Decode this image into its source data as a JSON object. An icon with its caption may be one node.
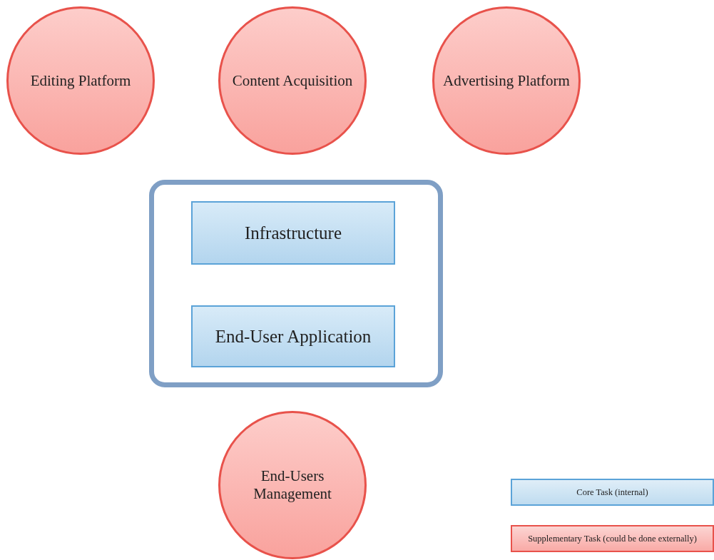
{
  "diagram": {
    "nodes": [
      {
        "text": [
          "Editing Platform"
        ]
      },
      {
        "text": [
          "Content Acquisition"
        ]
      },
      {
        "text": [
          "Advertising Platform"
        ]
      },
      {
        "text": [],
        "shape": "box"
      },
      {
        "text": [
          "Infrastructure"
        ],
        "in": 3
      },
      {
        "text": [
          "End-User Application"
        ],
        "in": 3
      },
      {
        "text": [
          "End-Users Management"
        ]
      }
    ],
    "edges": [],
    "legend": [
      {
        "text": "Core Task (internal)",
        "color": "#bfdcf0"
      },
      {
        "text": "Supplementary Task (could be done externally)",
        "color": "#f9aaa6"
      }
    ]
  }
}
